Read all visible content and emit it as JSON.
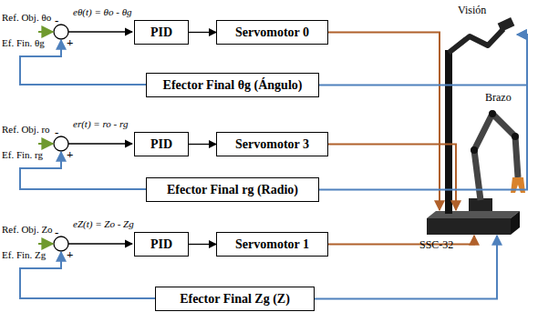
{
  "diagram": {
    "nodes": [
      {
        "text": [
          "PID"
        ]
      },
      {
        "text": [
          "Servomotor 0"
        ]
      },
      {
        "text": [
          "Efector Final θg (Ángulo)"
        ]
      },
      {
        "text": [
          "PID"
        ]
      },
      {
        "text": [
          "Servomotor 3"
        ]
      },
      {
        "text": [
          "Efector Final rg (Radio)"
        ]
      },
      {
        "text": [
          "PID"
        ]
      },
      {
        "text": [
          "Servomotor 1"
        ]
      },
      {
        "text": [
          "Efector Final Zg (Z)"
        ]
      },
      {
        "text": [
          "Visión",
          "Brazo",
          "SSC-32"
        ]
      }
    ],
    "edges": [
      {
        "from": 0,
        "to": 1,
        "arrow": "to"
      },
      {
        "from": 1,
        "to": 9,
        "arrow": "to"
      },
      {
        "from": 2,
        "to": 9,
        "arrow": "to"
      },
      {
        "from": 3,
        "to": 4,
        "arrow": "to"
      },
      {
        "from": 4,
        "to": 9,
        "arrow": "to"
      },
      {
        "from": 5,
        "to": 9,
        "arrow": "to"
      },
      {
        "from": 6,
        "to": 7,
        "arrow": "to"
      },
      {
        "from": 7,
        "to": 9,
        "arrow": "to"
      },
      {
        "from": 8,
        "to": 9,
        "arrow": "to"
      }
    ],
    "labels": [
      "Ref. Obj. θo",
      "-",
      "Ef. Fin. θg",
      "+",
      "eθ(t) = θo - θg",
      "Ref. Obj. ro",
      "-",
      "Ef. Fin. rg",
      "+",
      "er(t) = ro - rg",
      "Ref. Obj. Zo",
      "-",
      "Ef. Fin. Zg",
      "+",
      "eZ(t) = Zo - Zg"
    ]
  }
}
